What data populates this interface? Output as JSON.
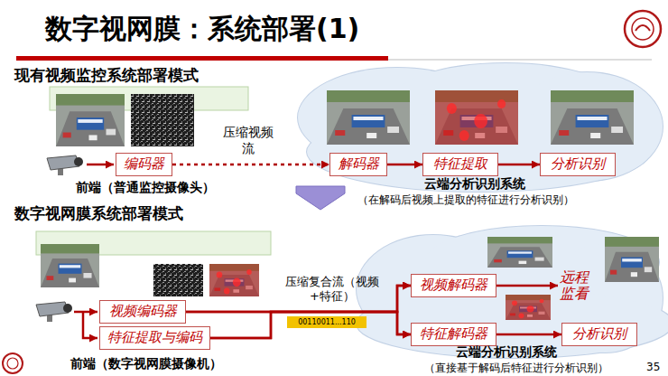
{
  "diagram": {
    "title": "数字视网膜：系统部署(1)",
    "nodes": [
      {
        "text": [
          "编码器"
        ]
      },
      {
        "text": [
          "解码器"
        ]
      },
      {
        "text": [
          "特征提取"
        ]
      },
      {
        "text": [
          "分析识别"
        ]
      },
      {
        "text": [
          "视频编码器"
        ]
      },
      {
        "text": [
          "特征提取与编码"
        ]
      },
      {
        "text": [
          "视频解码器"
        ]
      },
      {
        "text": [
          "特征解码器"
        ]
      },
      {
        "text": [
          "远程监看"
        ]
      },
      {
        "text": [
          "分析识别"
        ]
      }
    ],
    "edges": [
      {
        "from": 0,
        "to": 1,
        "arrow": "to",
        "label": "压缩视频流"
      },
      {
        "from": 1,
        "to": 2,
        "arrow": "to"
      },
      {
        "from": 2,
        "to": 3,
        "arrow": "to"
      },
      {
        "from": 4,
        "to": 6,
        "arrow": "to",
        "label": "压缩复合流（视频+特征）"
      },
      {
        "from": 4,
        "to": 7,
        "arrow": "to"
      },
      {
        "from": 5,
        "to": 6,
        "arrow": "to"
      },
      {
        "from": 5,
        "to": 7,
        "arrow": "to"
      },
      {
        "from": 6,
        "to": 8,
        "arrow": "to"
      },
      {
        "from": 7,
        "to": 9,
        "arrow": "to"
      }
    ],
    "labels": [
      "现有视频监控系统部署模式",
      "前端（普通监控摄像头）",
      "云端分析识别系统",
      "（在解码后视频上提取的特征进行分析识别）",
      "数字视网膜系统部署模式",
      "00110011...110",
      "前端（数字视网膜摄像机）",
      "云端分析识别系统",
      "（直接基于解码后特征进行分析识别）",
      "35"
    ]
  }
}
